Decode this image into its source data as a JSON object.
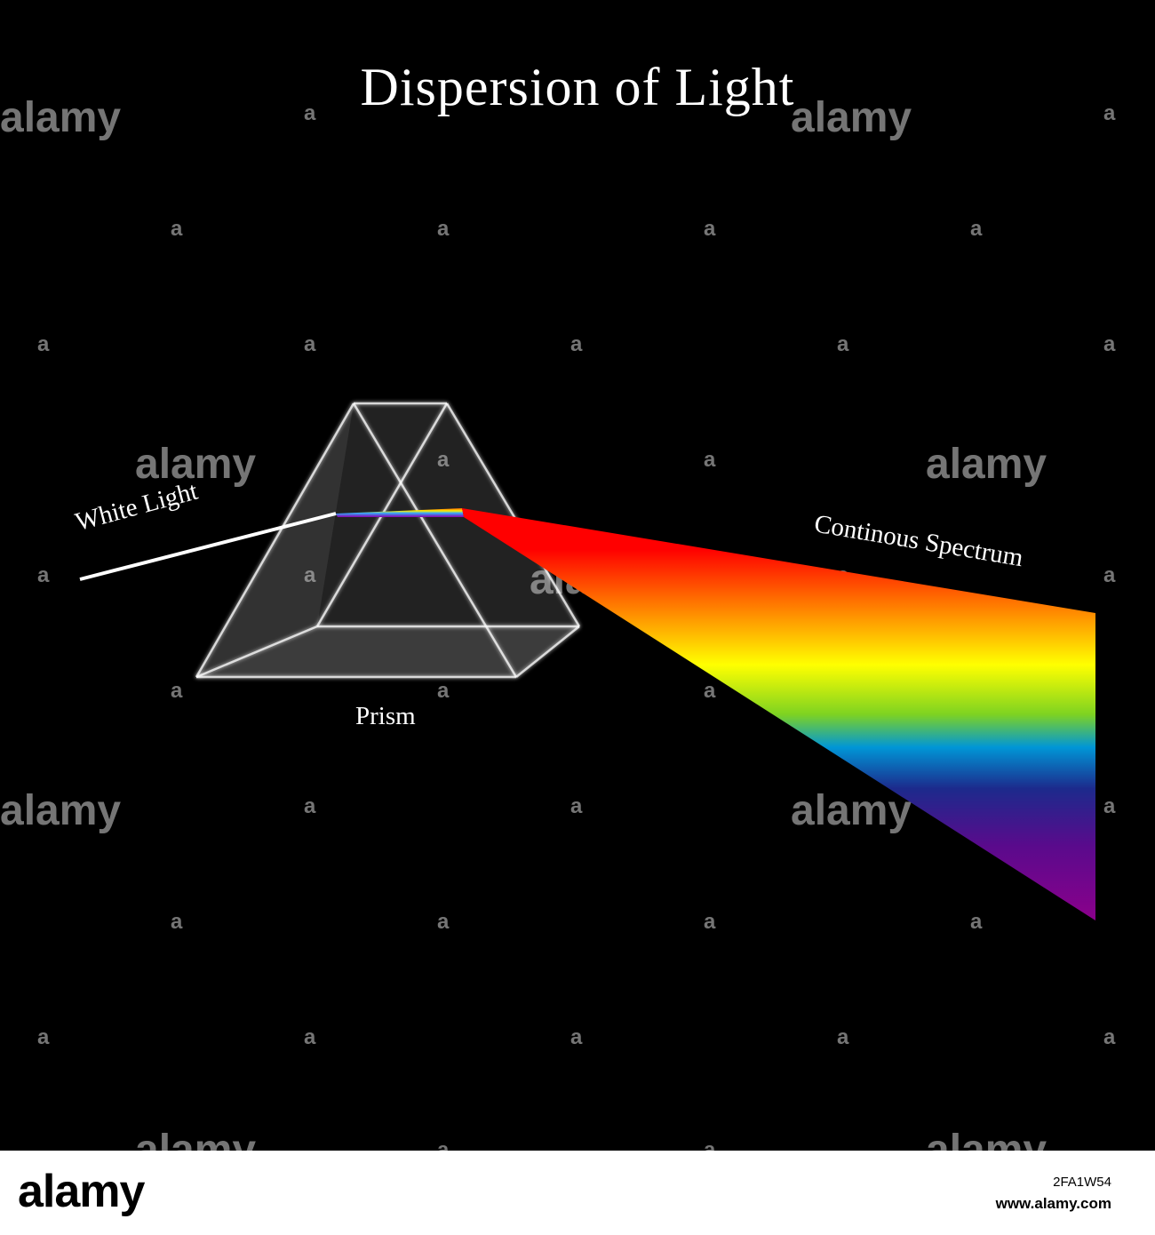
{
  "diagram": {
    "title": "Dispersion of Light",
    "labels": {
      "white_light": "White Light",
      "prism": "Prism",
      "spectrum": "Continous Spectrum"
    },
    "colors": {
      "background": "#000000",
      "incident_ray": "#ffffff",
      "spectrum": [
        "#ff0000",
        "#ff7f00",
        "#ffff00",
        "#7ed321",
        "#0096d6",
        "#1c2a8c",
        "#5a0a8c",
        "#8b008b"
      ]
    }
  },
  "watermark": {
    "brand": "alamy",
    "mark": "a"
  },
  "footer": {
    "brand": "alamy",
    "image_id": "2FA1W54",
    "site": "www.alamy.com"
  }
}
